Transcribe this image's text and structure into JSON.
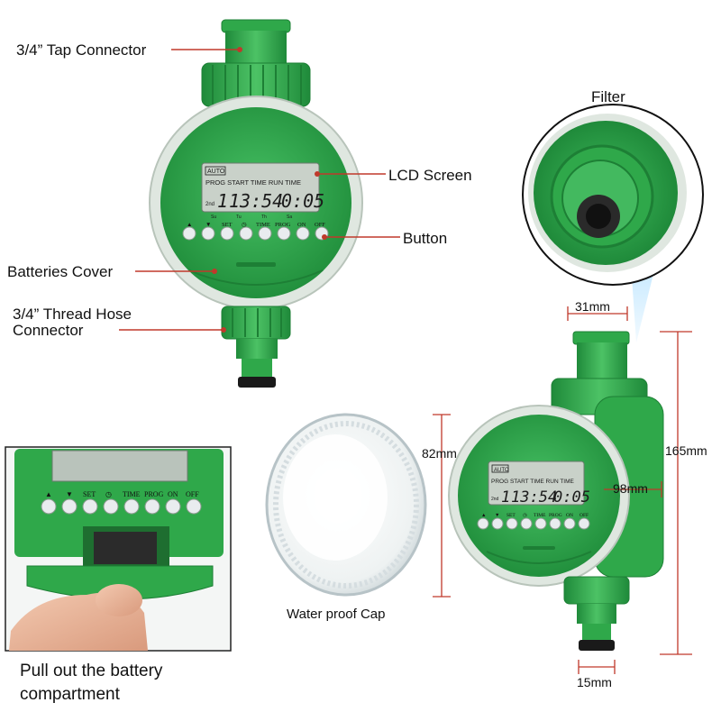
{
  "labels": {
    "tap_connector": "3/4” Tap Connector",
    "lcd_screen": "LCD Screen",
    "button": "Button",
    "batteries_cover": "Batteries Cover",
    "thread_hose_line1": "3/4” Thread Hose",
    "thread_hose_line2": "Connector",
    "filter": "Filter",
    "water_proof_cap": "Water proof Cap",
    "battery_line1": "Pull out the battery",
    "battery_line2": "compartment"
  },
  "dimensions": {
    "top_width": "31mm",
    "height": "165mm",
    "cap_diameter": "82mm",
    "body_depth": "98mm",
    "outlet_width": "15mm"
  },
  "lcd": {
    "auto": "AUTO",
    "header": "PROG  START TIME  RUN TIME",
    "prog_num": "1",
    "time": "13:54",
    "run": "0:05",
    "second": "2nd",
    "days": [
      "Su",
      "Tu",
      "Th",
      "Sa"
    ]
  },
  "button_labels": [
    "▲",
    "▼",
    "SET",
    "◷",
    "TIME",
    "PROG",
    "ON",
    "OFF"
  ],
  "colors": {
    "green_dark": "#1f8a3a",
    "green": "#2fa84a",
    "green_light": "#4cc265",
    "lcd": "#c9d1c9",
    "rim": "#e6ece6",
    "callout": "#c0392b"
  }
}
